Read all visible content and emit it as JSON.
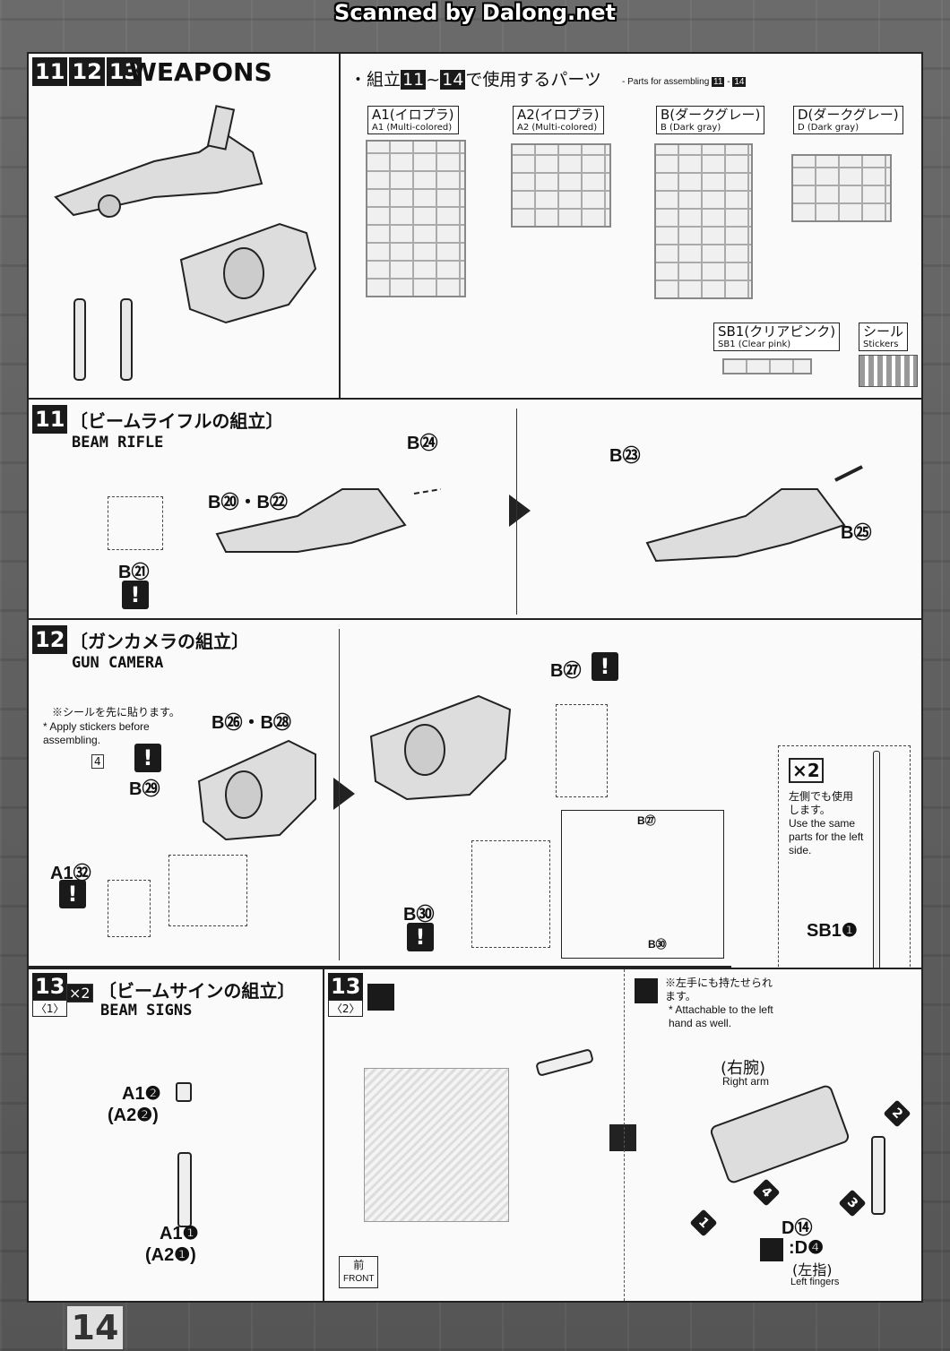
{
  "scan_credit": "Scanned by Dalong.net",
  "header": {
    "steps": [
      "11",
      "12",
      "13"
    ],
    "title": "WEAPONS",
    "parts_intro_jp_a": "・組立",
    "parts_intro_from": "11",
    "parts_intro_to": "14",
    "parts_intro_jp_b": "で使用するパーツ",
    "parts_intro_en": "- Parts for assembling",
    "parts_intro_en_from": "11",
    "parts_intro_en_to": "14"
  },
  "sprues": [
    {
      "jp": "A1(イロプラ)",
      "en": "A1 (Multi-colored)"
    },
    {
      "jp": "A2(イロプラ)",
      "en": "A2 (Multi-colored)"
    },
    {
      "jp": "B(ダークグレー)",
      "en": "B (Dark gray)"
    },
    {
      "jp": "D(ダークグレー)",
      "en": "D (Dark gray)"
    },
    {
      "jp": "SB1(クリアピンク)",
      "en": "SB1 (Clear pink)"
    },
    {
      "jp": "シール",
      "en": "Stickers"
    }
  ],
  "step11": {
    "num": "11",
    "jp": "〔ビームライフルの組立〕",
    "en": "BEAM RIFLE",
    "labels": {
      "b24": "B㉔",
      "b20_22": "B⑳・B㉒",
      "b21": "B㉑",
      "b23": "B㉓",
      "b25": "B㉕"
    },
    "warn": "!"
  },
  "step12": {
    "num": "12",
    "jp": "〔ガンカメラの組立〕",
    "en": "GUN CAMERA",
    "sticker_note_jp": "※シールを先に貼ります。",
    "sticker_note_en": "* Apply stickers before assembling.",
    "sticker_no": "4",
    "labels": {
      "b26_28": "B㉖・B㉘",
      "b29": "B㉙",
      "a132": "A1㉜",
      "b27": "B㉗",
      "b30": "B㉚"
    },
    "warn": "!",
    "x2": "×2",
    "left_jp": "左側でも使用します。",
    "left_en": "Use the same parts for the left side.",
    "sb1": "SB1❶"
  },
  "step13_1": {
    "num": "13",
    "sub": "〈1〉",
    "x2": "×2",
    "jp": "〔ビームサインの組立〕",
    "en": "BEAM SIGNS",
    "labels": {
      "a12": "A1❷",
      "a22": "(A2❷)",
      "a11": "A1❶",
      "a21": "(A2❶)"
    }
  },
  "step13_2": {
    "num": "13",
    "sub": "〈2〉",
    "left_note_jp": "※左手にも持たせられます。",
    "left_note_en": "* Attachable to the left hand as well.",
    "right_arm_jp": "(右腕)",
    "right_arm_en": "Right arm",
    "d14": "D⑭",
    "d4": ":D❹",
    "left_fingers_jp": "(左指)",
    "left_fingers_en": "Left fingers",
    "front_jp": "前",
    "front_en": "FRONT",
    "nums": [
      "1",
      "2",
      "3",
      "4"
    ]
  },
  "page_number": "14"
}
